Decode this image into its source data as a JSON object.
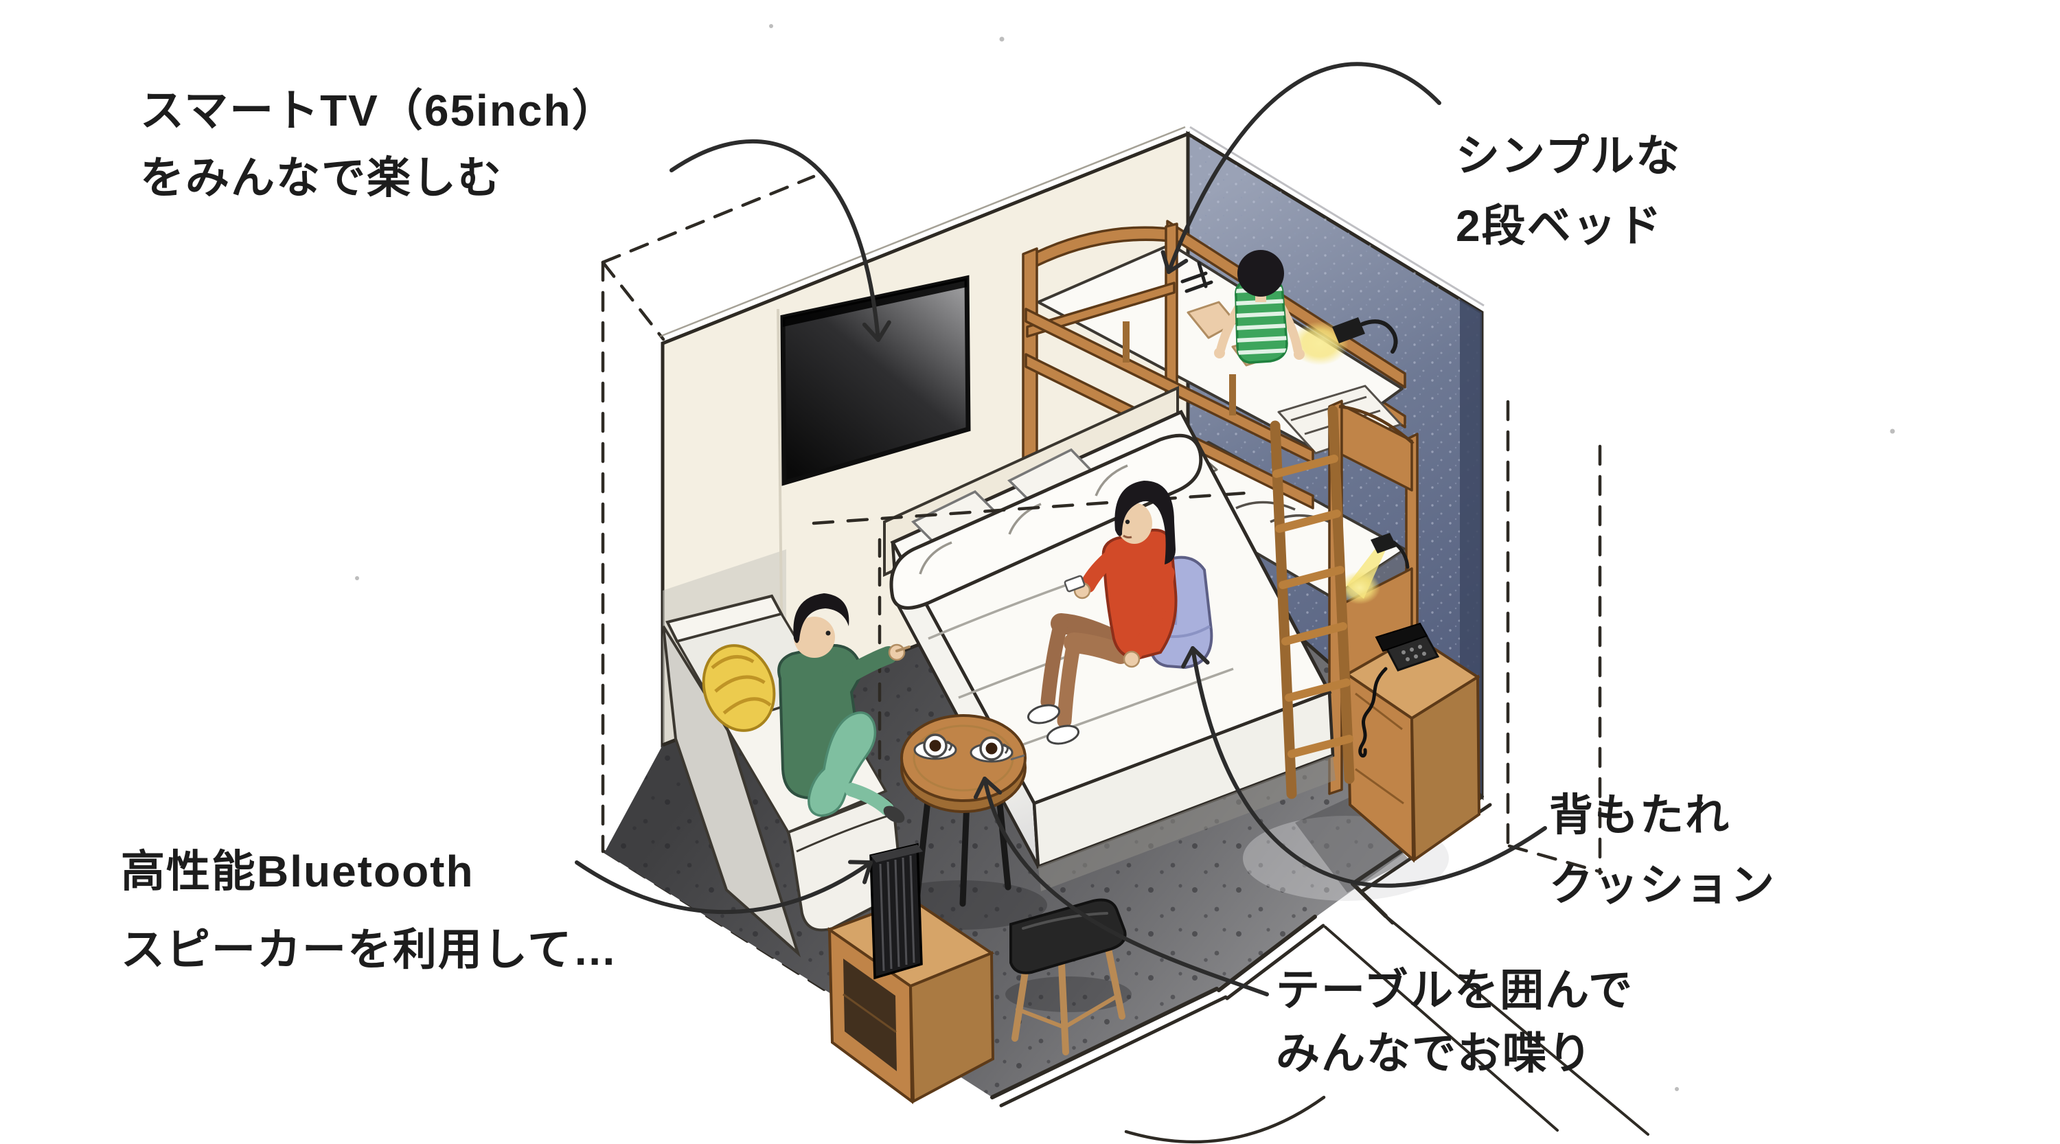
{
  "meta": {
    "kind": "hand-drawn isometric cutaway illustration",
    "subject": "hotel family guest room with bunk bed, double bed, sofa, table and smart TV"
  },
  "colors": {
    "wall_cream": "#f4efe2",
    "wall_shadow": "#c9c6bf",
    "wall_blue_light": "#9aa2b6",
    "wall_blue": "#6e7994",
    "wall_blue_dark": "#3e4964",
    "floor_dark": "#3f3f41",
    "floor_light": "#9c9c9e",
    "wood": "#c08448",
    "wood_light": "#d6a468",
    "wood_dark": "#9e6c34",
    "outline": "#2e2a24",
    "tv_black": "#0a0a0a",
    "bedding": "#fbfaf6",
    "bedding_shade": "#d9d9dc",
    "sofa": "#f2f0ea",
    "sofa_shade": "#d2d0ca",
    "cushion_yellow": "#eccb4e",
    "cushion_blue": "#a9b0dc",
    "sweater_green": "#4b7c5c",
    "pants_teal": "#7fbfa0",
    "shirt_green": "#3da55c",
    "top_red": "#d24a28",
    "pants_brown": "#9b6b49",
    "skin": "#eccdaa",
    "lamp_glow": "#f7e77e",
    "arrow": "#2c2c2c",
    "text": "#1d1d1d"
  },
  "annotations": {
    "tv": {
      "line1": "スマートTV（65inch）",
      "line2": "をみんなで楽しむ",
      "target": "smart-tv"
    },
    "bunk": {
      "line1": "シンプルな",
      "line2": "2段ベッド",
      "target": "bunk-bed"
    },
    "speaker": {
      "line1": "高性能Bluetooth",
      "line2": "スピーカーを利用して…",
      "target": "bluetooth-speaker"
    },
    "cushion": {
      "line1": "背もたれ",
      "line2": "クッション",
      "target": "backrest-cushion"
    },
    "table": {
      "line1": "テーブルを囲んで",
      "line2": "みんなでお喋り",
      "target": "round-table"
    }
  }
}
